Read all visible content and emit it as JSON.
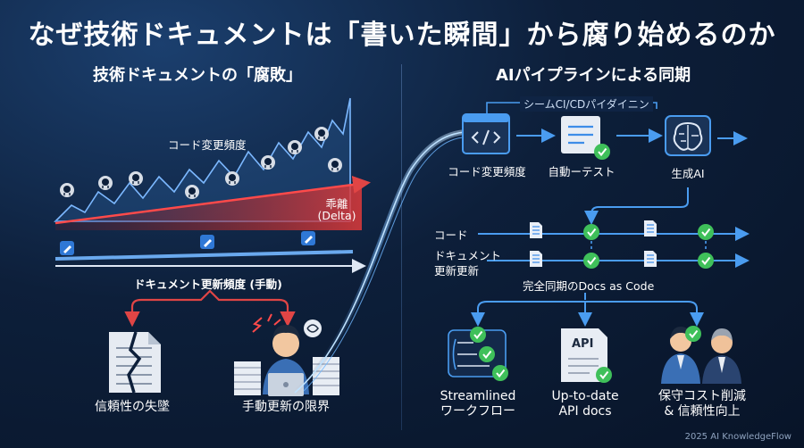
{
  "title": "なぜ技術ドキュメントは「書いた瞬間」から腐り始めるのか",
  "left": {
    "heading": "技術ドキュメントの「腐敗」",
    "code_freq_label": "コード変更頻度",
    "delta_label_1": "乖離",
    "delta_label_2": "(Delta)",
    "doc_freq_label": "ドキュメント更新頻度 (手動)",
    "trust_label": "信頼性の失墜",
    "manual_label": "手動更新の限界"
  },
  "right": {
    "heading": "AIパイプラインによる同期",
    "pipeline_label": "シームCI/CDパイダイニン",
    "step1": "コード変更頻度",
    "step2": "自動ーテスト",
    "step3": "生成AI",
    "row_code": "コード",
    "row_doc_1": "ドキュメント",
    "row_doc_2": "更新更新",
    "sync_label": "完全同期のDocs as Code",
    "api_badge": "API",
    "out1_a": "Streamlined",
    "out1_b": "ワークフロー",
    "out2_a": "Up-to-date",
    "out2_b": "API docs",
    "out3_a": "保守コスト削減",
    "out3_b": "& 信頼性向上"
  },
  "footer": "2025 AI KnowledgeFlow",
  "colors": {
    "accent_blue": "#3d8de8",
    "alert_red": "#d63a3a",
    "ok_green": "#3fc05a",
    "bg": "#0d1f3a"
  },
  "icons": [
    "github-icon",
    "pencil-icon",
    "broken-document-icon",
    "stressed-person-icon",
    "code-window-icon",
    "test-checklist-icon",
    "ai-brain-icon",
    "document-icon",
    "check-icon",
    "workflow-icon",
    "api-docs-icon",
    "team-icon"
  ]
}
